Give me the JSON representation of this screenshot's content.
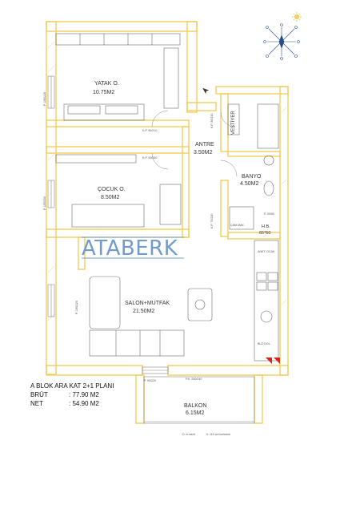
{
  "plan": {
    "title": "A BLOK ARA KAT 2+1 PLANI",
    "brut_label": "BRÜT",
    "brut_value": ": 77.90 M2",
    "net_label": "NET",
    "net_value": ": 54.90 M2",
    "logo": "ATABERK"
  },
  "rooms": {
    "yatak": {
      "name": "YATAK O.",
      "area": "10.75M2"
    },
    "cocuk": {
      "name": "ÇOCUK O.",
      "area": "8.50M2"
    },
    "antre": {
      "name": "ANTRE",
      "area": "3.50M2"
    },
    "banyo": {
      "name": "BANYO",
      "area": "4.50M2"
    },
    "salon": {
      "name": "SALON+MUTFAK",
      "area": "21.50M2"
    },
    "balkon": {
      "name": "BALKON",
      "area": "6.15M2"
    },
    "hb": {
      "name": "H.B.",
      "area": "65*60"
    },
    "vestiyer": {
      "name": "VESTİYER"
    }
  },
  "annotations": {
    "pen_yatak": "P. 190/220",
    "pen_cocuk": "P. 150/150",
    "pen_salon": "P. 190/220",
    "kp_yatak": "K.P. 90/210",
    "kp_cocuk": "K.P. 90/240",
    "kp_banyo": "K.P. 70/210",
    "kp_vest": "K.P. 80/210",
    "pen_banyo": "P. 30/80",
    "camasir": "ÇAM.MAK.",
    "ocak": "ANKT. OCAK",
    "buzdolabi": "BUZ.DOL.",
    "balkon_door": "P.K. 200/240",
    "pen_balkon": "P. 90/220",
    "korkuluk": "h: 110 cm korkuluk",
    "mahal": "D: a merit"
  },
  "colors": {
    "wall": "#f2cd5c",
    "line": "#3b3b3b",
    "logo": "#6f9ccd",
    "red": "#e0201c"
  },
  "icons": {
    "compass": "compass-rose-icon",
    "sun": "sun-icon",
    "north": "north-arrow-icon"
  }
}
